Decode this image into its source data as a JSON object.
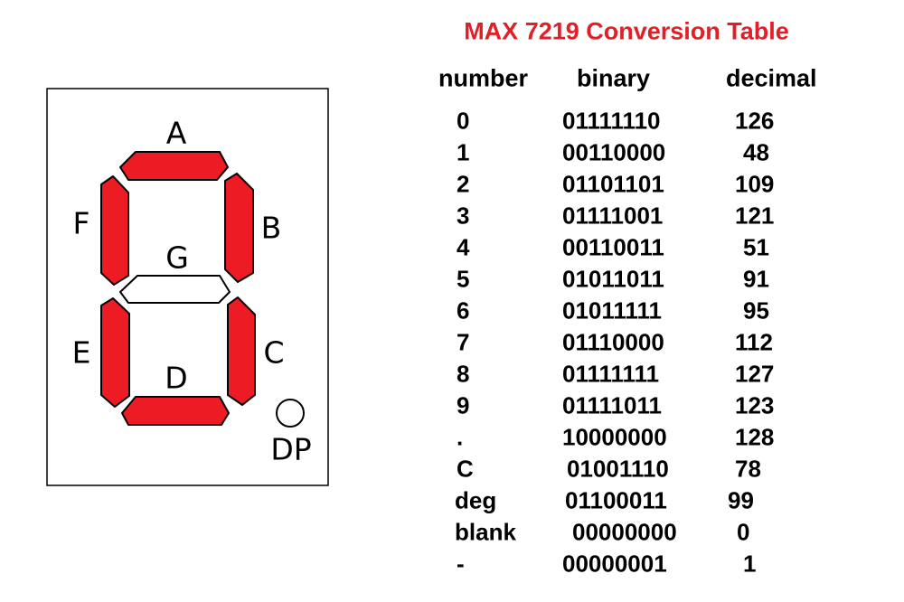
{
  "display": {
    "segments": [
      {
        "id": "A",
        "on": true
      },
      {
        "id": "B",
        "on": true
      },
      {
        "id": "C",
        "on": true
      },
      {
        "id": "D",
        "on": true
      },
      {
        "id": "E",
        "on": true
      },
      {
        "id": "F",
        "on": true
      },
      {
        "id": "G",
        "on": false
      }
    ],
    "dp_label": "DP",
    "dp_on": false,
    "on_color": "#ed1c24",
    "off_color": "#ffffff"
  },
  "table": {
    "title": "MAX 7219 Conversion Table",
    "title_color": "#e01f26",
    "headers": {
      "number": "number",
      "binary": "binary",
      "decimal": "decimal"
    },
    "rows": [
      {
        "number": "0",
        "binary": "01111110",
        "decimal": "126"
      },
      {
        "number": "1",
        "binary": "00110000",
        "decimal": "48"
      },
      {
        "number": "2",
        "binary": "01101101",
        "decimal": "109"
      },
      {
        "number": "3",
        "binary": "01111001",
        "decimal": "121"
      },
      {
        "number": "4",
        "binary": "00110011",
        "decimal": "51"
      },
      {
        "number": "5",
        "binary": "01011011",
        "decimal": "91"
      },
      {
        "number": "6",
        "binary": "01011111",
        "decimal": "95"
      },
      {
        "number": "7",
        "binary": "01110000",
        "decimal": "112"
      },
      {
        "number": "8",
        "binary": "01111111",
        "decimal": "127"
      },
      {
        "number": "9",
        "binary": "01111011",
        "decimal": "123"
      },
      {
        "number": ".",
        "binary": "10000000",
        "decimal": "128"
      },
      {
        "number": "C",
        "binary": "01001110",
        "decimal": "78"
      },
      {
        "number": "deg",
        "binary": "01100011",
        "decimal": "99"
      },
      {
        "number": "blank",
        "binary": "00000000",
        "decimal": "0"
      },
      {
        "number": "-",
        "binary": "00000001",
        "decimal": "1"
      }
    ]
  }
}
